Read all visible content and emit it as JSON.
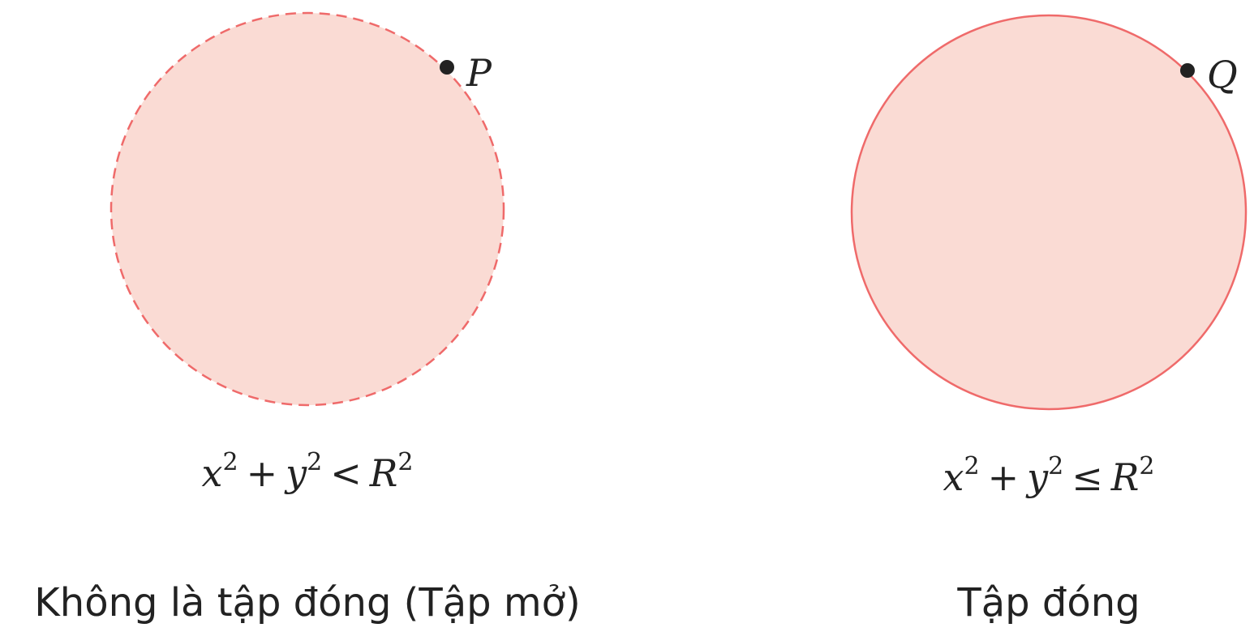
{
  "colors": {
    "fill": "#fadbd4",
    "stroke": "#ef6a6a",
    "point": "#222222",
    "text": "#222222"
  },
  "left": {
    "boundary": "dashed",
    "point_label": "P",
    "inequality": {
      "x": "x",
      "y": "y",
      "r": "R",
      "exp": "2",
      "plus": "+",
      "relation": "<"
    },
    "caption": "Không là tập đóng (Tập mở)"
  },
  "right": {
    "boundary": "solid",
    "point_label": "Q",
    "inequality": {
      "x": "x",
      "y": "y",
      "r": "R",
      "exp": "2",
      "plus": "+",
      "relation": "≤"
    },
    "caption": "Tập đóng"
  }
}
